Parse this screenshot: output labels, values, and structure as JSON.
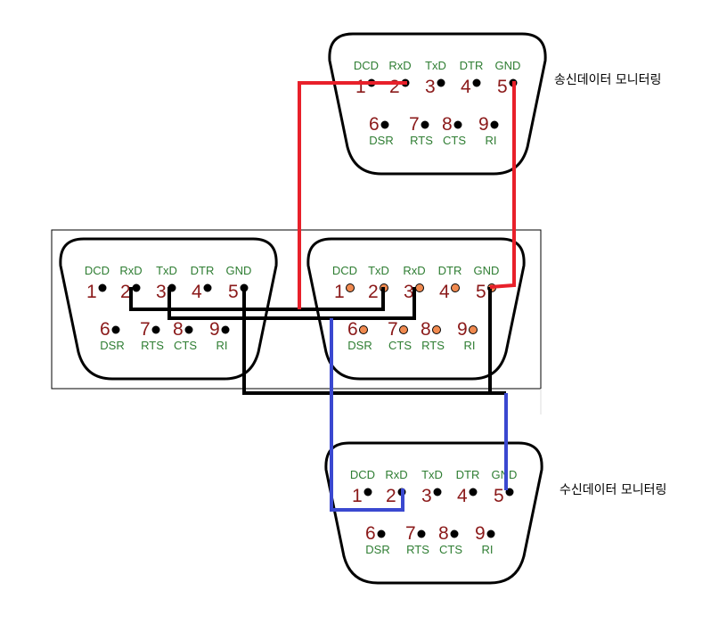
{
  "connectors": [
    {
      "id": "tx-monitor",
      "dot": "#000000",
      "top": [
        "DCD",
        "RxD",
        "TxD",
        "DTR",
        "GND"
      ],
      "bottom": [
        "DSR",
        "RTS",
        "CTS",
        "RI"
      ]
    },
    {
      "id": "left",
      "dot": "#000000",
      "top": [
        "DCD",
        "RxD",
        "TxD",
        "DTR",
        "GND"
      ],
      "bottom": [
        "DSR",
        "RTS",
        "CTS",
        "RI"
      ]
    },
    {
      "id": "right",
      "dot": "#f08a50",
      "top": [
        "DCD",
        "TxD",
        "RxD",
        "DTR",
        "GND"
      ],
      "bottom": [
        "DSR",
        "CTS",
        "RTS",
        "RI"
      ]
    },
    {
      "id": "rx-monitor",
      "dot": "#000000",
      "top": [
        "DCD",
        "RxD",
        "TxD",
        "DTR",
        "GND"
      ],
      "bottom": [
        "DSR",
        "RTS",
        "CTS",
        "RI"
      ]
    }
  ],
  "pin_numbers_top": [
    "1",
    "2",
    "3",
    "4",
    "5"
  ],
  "pin_numbers_bottom": [
    "6",
    "7",
    "8",
    "9"
  ],
  "labels": {
    "tx_monitor": "송신데이터 모니터링",
    "rx_monitor": "수신데이터 모니터링"
  },
  "colors": {
    "tx_wire": "#e8202a",
    "rx_wire": "#3a48d0",
    "link_wire": "#000000",
    "text": "#2e7d32",
    "number": "#8b1a1a"
  }
}
